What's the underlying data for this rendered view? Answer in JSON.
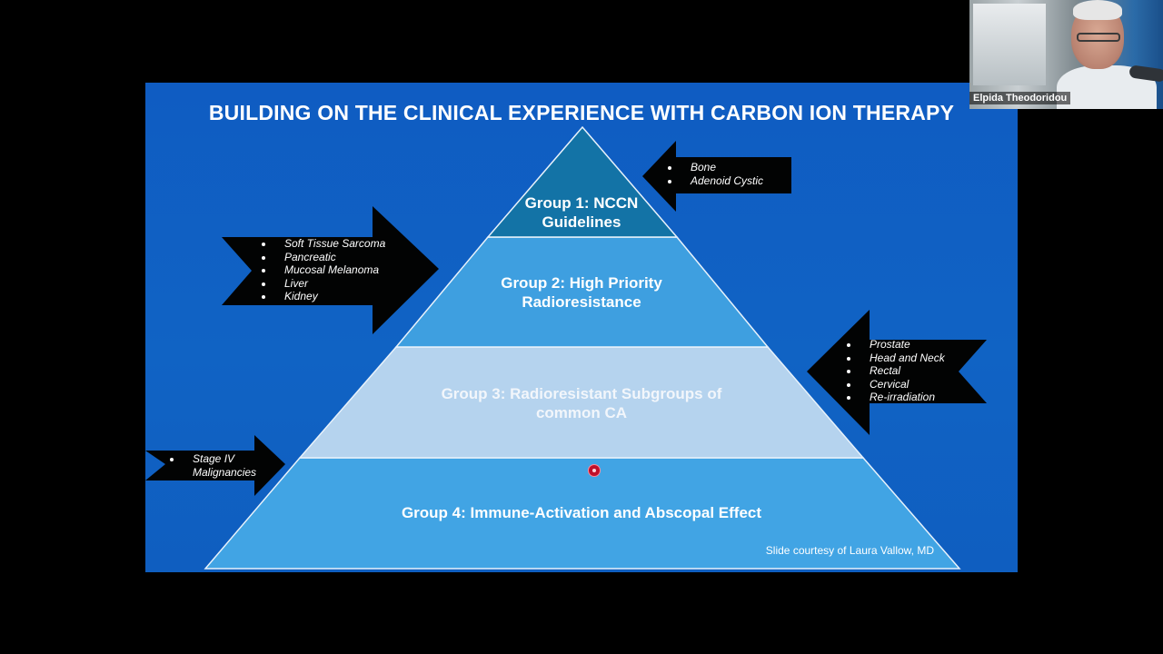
{
  "slide": {
    "title": "BUILDING ON THE CLINICAL EXPERIENCE WITH CARBON ION THERAPY",
    "credit": "Slide courtesy of Laura Vallow, MD",
    "pyramid": {
      "tier1": {
        "line1": "Group 1: NCCN",
        "line2": "Guidelines",
        "color": "#1373a6"
      },
      "tier2": {
        "line1": "Group 2: High Priority",
        "line2": "Radioresistance",
        "color": "#3e9fe0"
      },
      "tier3": {
        "line1": "Group 3: Radioresistant Subgroups of",
        "line2": "common CA",
        "color": "#b5d3ee"
      },
      "tier4": {
        "line1": "Group 4: Immune-Activation and Abscopal Effect",
        "color": "#41a4e4"
      }
    },
    "arrows": {
      "tier1_arrow": {
        "items": [
          "Bone",
          "Adenoid Cystic"
        ]
      },
      "tier2_arrow": {
        "items": [
          "Soft Tissue Sarcoma",
          "Pancreatic",
          "Mucosal Melanoma",
          "Liver",
          "Kidney"
        ]
      },
      "tier3_arrow": {
        "items": [
          "Prostate",
          "Head and Neck",
          "Rectal",
          "Cervical",
          "Re-irradiation"
        ]
      },
      "tier4_arrow": {
        "items": [
          "Stage IV",
          "Malignancies"
        ]
      }
    }
  },
  "video": {
    "participant_name": "Elpida Theodoridou"
  },
  "colors": {
    "slide_background": "#1063c4",
    "arrow_fill": "#020303",
    "screen_background": "#000000"
  }
}
